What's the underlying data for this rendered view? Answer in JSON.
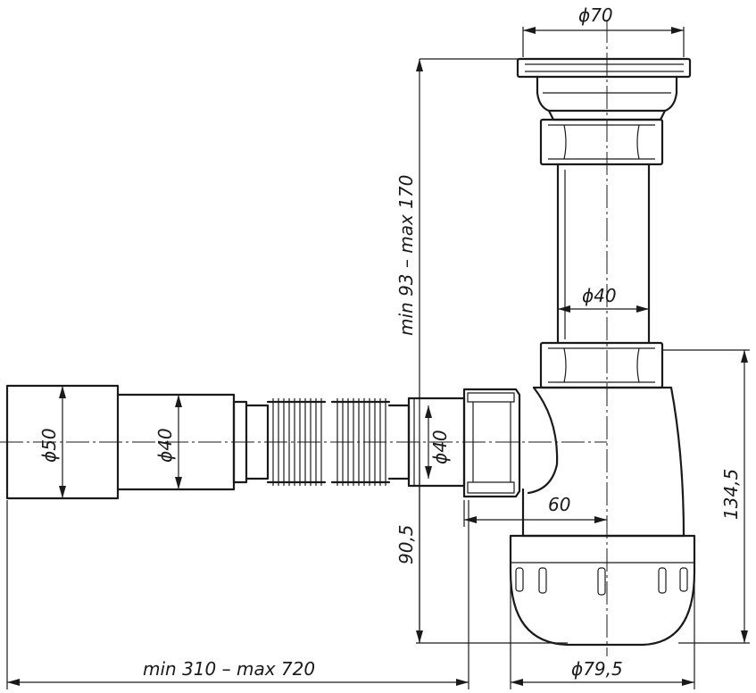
{
  "drawing": {
    "dimensions": {
      "drain_diameter": "ϕ70",
      "pipe_diameter": "ϕ40",
      "outlet_diameter": "ϕ50",
      "hose_diameter_left": "ϕ40",
      "hose_diameter_right": "ϕ40",
      "height_range": "min 93 – max 170",
      "outlet_height": "90,5",
      "bottle_height": "134,5",
      "offset": "60",
      "length_range": "min 310 – max 720",
      "bottle_diameter": "ϕ79,5"
    }
  }
}
